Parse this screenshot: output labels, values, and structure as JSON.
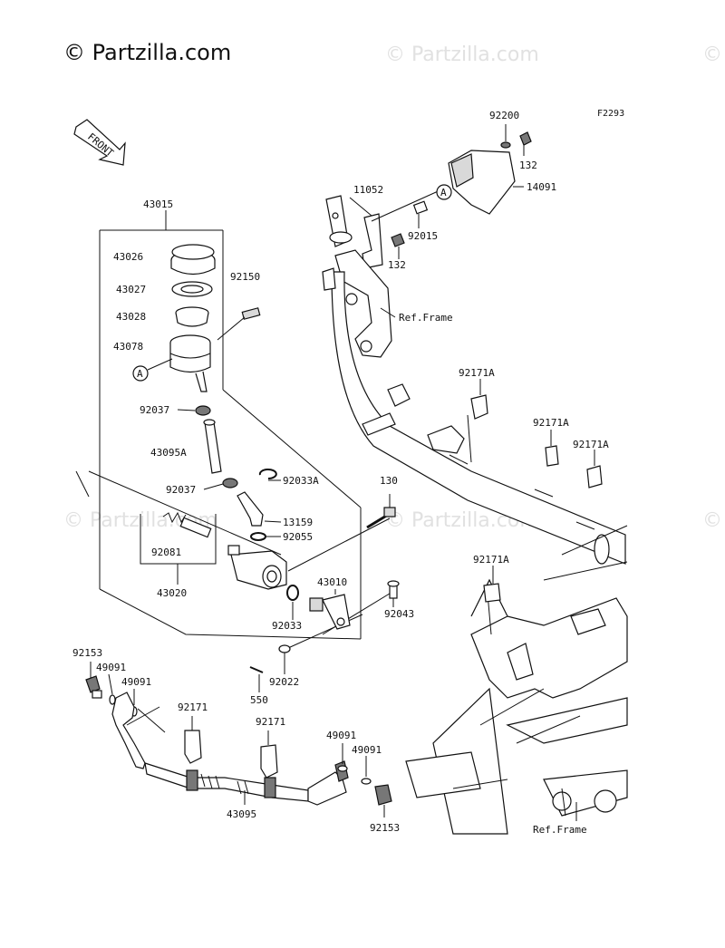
{
  "watermark": {
    "main": "© Partzilla.com",
    "faint": "© Partzilla.com"
  },
  "figure_code": "F2293",
  "front_label": "FRONT",
  "ref_frame": "Ref.Frame",
  "callout_a": "A",
  "parts": {
    "p43015": "43015",
    "p43026": "43026",
    "p43027": "43027",
    "p43028": "43028",
    "p43078": "43078",
    "p92150": "92150",
    "p92037a": "92037",
    "p43095A": "43095A",
    "p92037b": "92037",
    "p92033A": "92033A",
    "p13159": "13159",
    "p92055": "92055",
    "p92081": "92081",
    "p43020": "43020",
    "p92033": "92033",
    "p130": "130",
    "p43010": "43010",
    "p92043": "92043",
    "p92022": "92022",
    "p550": "550",
    "p92153a": "92153",
    "p49091a": "49091",
    "p49091b": "49091",
    "p92171a": "92171",
    "p92171b": "92171",
    "p43095": "43095",
    "p49091c": "49091",
    "p49091d": "49091",
    "p92153b": "92153",
    "p92200": "92200",
    "p132a": "132",
    "p14091": "14091",
    "p11052": "11052",
    "p92015": "92015",
    "p132b": "132",
    "p92171A_1": "92171A",
    "p92171A_2": "92171A",
    "p92171A_3": "92171A",
    "p92171A_4": "92171A"
  }
}
